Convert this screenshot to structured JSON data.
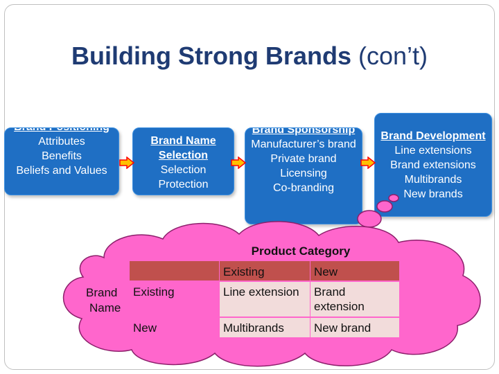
{
  "slide": {
    "title_bold": "Building Strong Brands",
    "title_rest": " (con’t)"
  },
  "steps": [
    {
      "heading": "Brand Positioning",
      "items": [
        "Attributes",
        "Benefits",
        "Beliefs and Values"
      ]
    },
    {
      "heading": "Brand Name Selection",
      "items": [
        "Selection",
        "Protection"
      ]
    },
    {
      "heading": "Brand Sponsorship",
      "items": [
        "Manufacturer’s brand",
        "Private brand",
        "Licensing",
        "Co-branding"
      ]
    },
    {
      "heading": "Brand Development",
      "items": [
        "Line extensions",
        "Brand extensions",
        "Multibrands",
        "New brands"
      ]
    }
  ],
  "matrix": {
    "column_group_label": "Product Category",
    "row_group_label_line1": "Brand",
    "row_group_label_line2": "Name",
    "col_headers": [
      "Existing",
      "New"
    ],
    "row_headers": [
      "Existing",
      "New"
    ],
    "cells": [
      [
        "Line extension",
        "Brand extension"
      ],
      [
        "Multibrands",
        "New brand"
      ]
    ]
  },
  "colors": {
    "title": "#1f3b73",
    "box_fill": "#1f6fc4",
    "arrow_fill": "#ffc000",
    "arrow_outline": "#ff0000",
    "cloud_fill": "#ff66cc",
    "table_header": "#c0504d",
    "table_body": "#f2dcdb"
  }
}
